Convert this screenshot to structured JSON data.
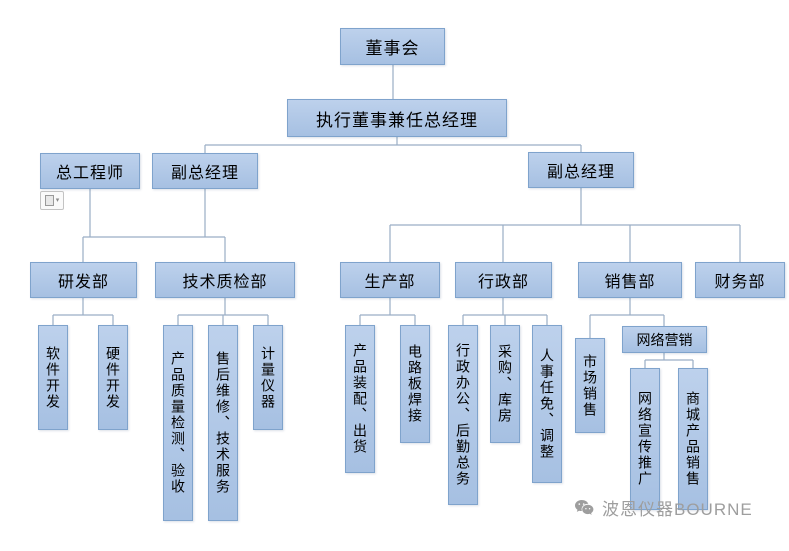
{
  "colors": {
    "node_fill": "#bdd1ec",
    "node_fill2": "#a6c0e2",
    "node_border": "#7fa3cc",
    "connector": "#9aaec5",
    "watermark_color": "#9e9e9e",
    "text": "#000000"
  },
  "org": {
    "board": {
      "label": "董事会"
    },
    "gm": {
      "label": "执行董事兼任总经理"
    },
    "chief_engineer": {
      "label": "总工程师"
    },
    "deputy_gm_left": {
      "label": "副总经理"
    },
    "deputy_gm_right": {
      "label": "副总经理"
    },
    "dept_rd": {
      "label": "研发部"
    },
    "dept_qc": {
      "label": "技术质检部"
    },
    "dept_production": {
      "label": "生产部"
    },
    "dept_admin": {
      "label": "行政部"
    },
    "dept_sales": {
      "label": "销售部"
    },
    "dept_finance": {
      "label": "财务部"
    },
    "team_software": {
      "label": "软件开发"
    },
    "team_hardware": {
      "label": "硬件开发"
    },
    "team_quality_test": {
      "label": "产品质量检测、验收"
    },
    "team_after_sales": {
      "label": "售后维修、技术服务"
    },
    "team_instruments": {
      "label": "计量仪器"
    },
    "team_assembly": {
      "label": "产品装配、出货"
    },
    "team_pcb": {
      "label": "电路板焊接"
    },
    "team_admin_office": {
      "label": "行政办公、后勤总务"
    },
    "team_purchasing": {
      "label": "采购、库房"
    },
    "team_hr": {
      "label": "人事任免、调整"
    },
    "team_market_sales": {
      "label": "市场销售"
    },
    "team_online_marketing": {
      "label": "网络营销"
    },
    "team_online_promo": {
      "label": "网络宣传推广"
    },
    "team_mall_sales": {
      "label": "商城产品销售"
    }
  },
  "footer": {
    "watermark_text": "波恩仪器BOURNE"
  },
  "icons": {
    "wechat_icon": "two-chat-bubbles",
    "paste_options_icon": "clipboard-with-chevron"
  }
}
